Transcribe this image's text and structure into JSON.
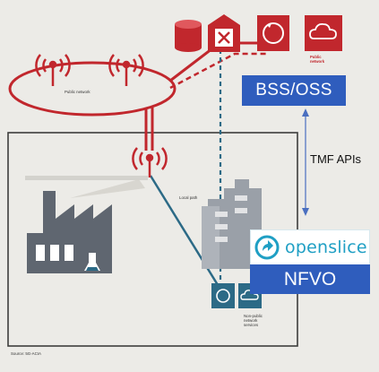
{
  "labels": {
    "public_network": "Public network",
    "public_network_cloud": "Public\nnetwork",
    "local_path": "Local path",
    "non_public_services": "Non-public\nnetwork\nservices",
    "source": "Source: 5G-ACIA",
    "bss_oss": "BSS/OSS",
    "tmf_apis": "TMF APIs",
    "openslice": "openslice",
    "nfvo": "NFVO"
  },
  "colors": {
    "network_red": "#c1272d",
    "overlay_blue": "#2f5dbd",
    "dashed_teal": "#2c6a86",
    "factory_gray": "#5f6670",
    "openslice_teal": "#1f9fc4",
    "panel_bg": "#ecebe7"
  },
  "icons": {
    "antenna": "antenna-icon",
    "database": "database-icon",
    "server": "server-icon",
    "cycle": "cycle-icon",
    "cloud": "cloud-icon",
    "factory": "factory-icon",
    "building": "building-icon",
    "openslice_logo": "openslice-logo-icon"
  }
}
